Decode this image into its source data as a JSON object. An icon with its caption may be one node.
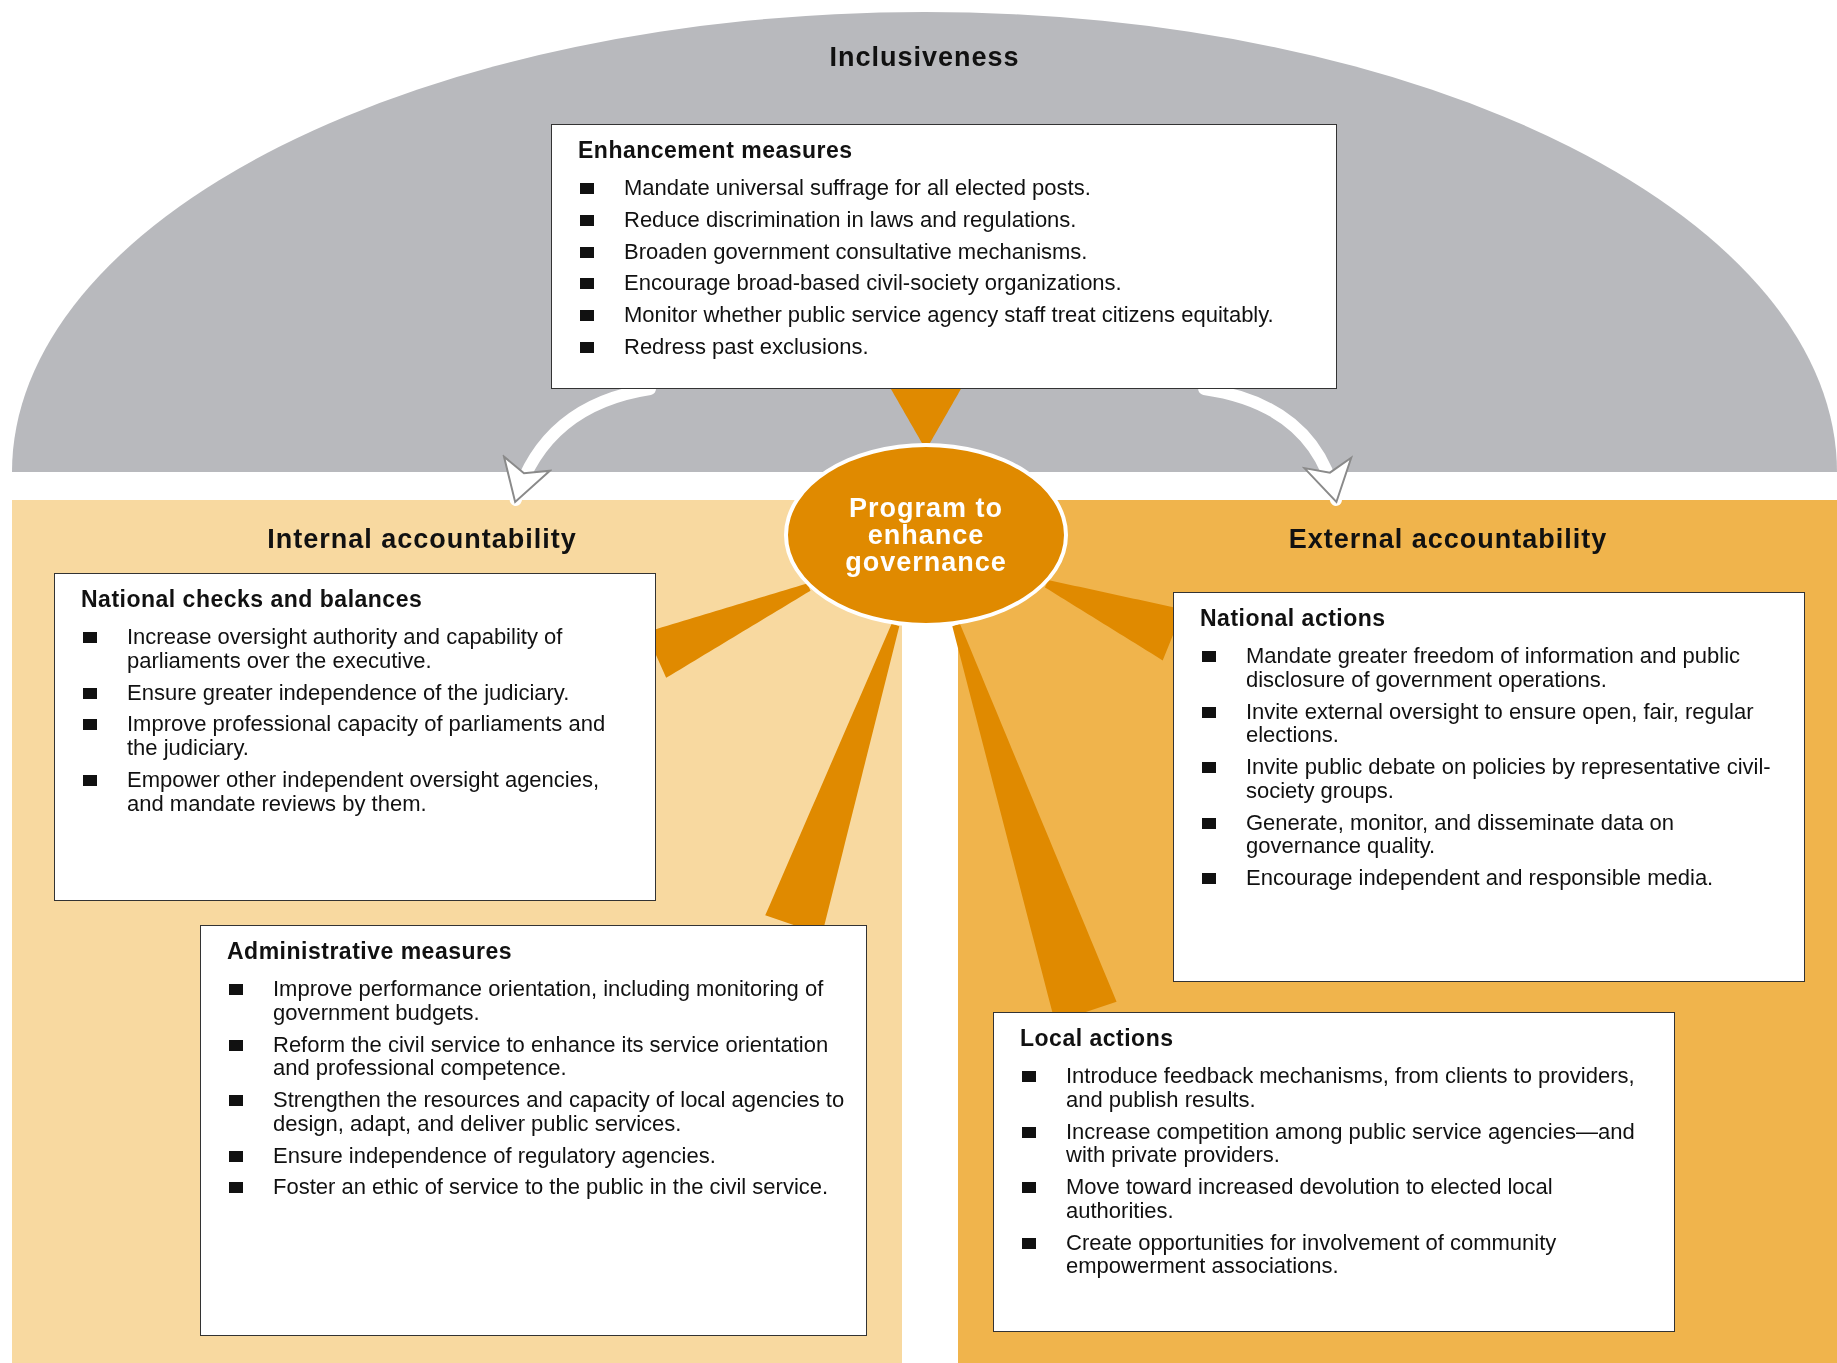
{
  "diagram": {
    "nodes": [
      {
        "text": [
          "Inclusiveness"
        ]
      },
      {
        "text": [
          "Enhancement measures",
          "Mandate universal suffrage for all elected posts.",
          "Reduce discrimination in laws and regulations.",
          "Broaden government consultative mechanisms.",
          "Encourage broad-based civil-society organizations.",
          "Monitor whether public service agency staff treat citizens equitably.",
          "Redress past exclusions."
        ],
        "in": 0
      },
      {
        "text": [
          "Program to enhance governance"
        ]
      },
      {
        "text": [
          "Internal accountability"
        ]
      },
      {
        "text": [
          "National checks and balances",
          "Increase oversight authority and capability of parliaments over the executive.",
          "Ensure greater independence of the judiciary.",
          "Improve professional capacity of parliaments and the judiciary.",
          "Empower other independent oversight agencies, and mandate reviews by them."
        ],
        "in": 3
      },
      {
        "text": [
          "Administrative measures",
          "Improve performance orientation, including monitoring of government budgets.",
          "Reform the civil service to enhance its service orientation and professional competence.",
          "Strengthen the resources and capacity of local agencies to design, adapt, and deliver public services.",
          "Ensure independence of regulatory agencies.",
          "Foster an ethic of service to the public in the civil service."
        ],
        "in": 3
      },
      {
        "text": [
          "External accountability"
        ]
      },
      {
        "text": [
          "National actions",
          "Mandate greater freedom of information and public disclosure of government operations.",
          "Invite external oversight to ensure open, fair, regular elections.",
          "Invite public debate on policies by representative civil-society groups.",
          "Generate, monitor, and disseminate data on governance quality.",
          "Encourage independent and responsible media."
        ],
        "in": 6
      },
      {
        "text": [
          "Local actions",
          "Introduce feedback mechanisms, from clients to providers, and publish results.",
          "Increase competition among public service agencies—and with private providers.",
          "Move toward increased devolution to elected local authorities.",
          "Create opportunities for involvement of community empowerment associations."
        ],
        "in": 6
      }
    ],
    "edges": [
      {
        "from": 1,
        "to": 3,
        "arrow": "to",
        "color": "#ffffff"
      },
      {
        "from": 1,
        "to": 6,
        "arrow": "to",
        "color": "#ffffff"
      },
      {
        "from": 2,
        "to": 1,
        "arrow": "none",
        "style": "thick"
      },
      {
        "from": 2,
        "to": 4,
        "arrow": "none",
        "style": "thick"
      },
      {
        "from": 2,
        "to": 5,
        "arrow": "none",
        "style": "thick"
      },
      {
        "from": 2,
        "to": 7,
        "arrow": "none",
        "style": "thick"
      },
      {
        "from": 2,
        "to": 8,
        "arrow": "none",
        "style": "thick"
      }
    ]
  }
}
